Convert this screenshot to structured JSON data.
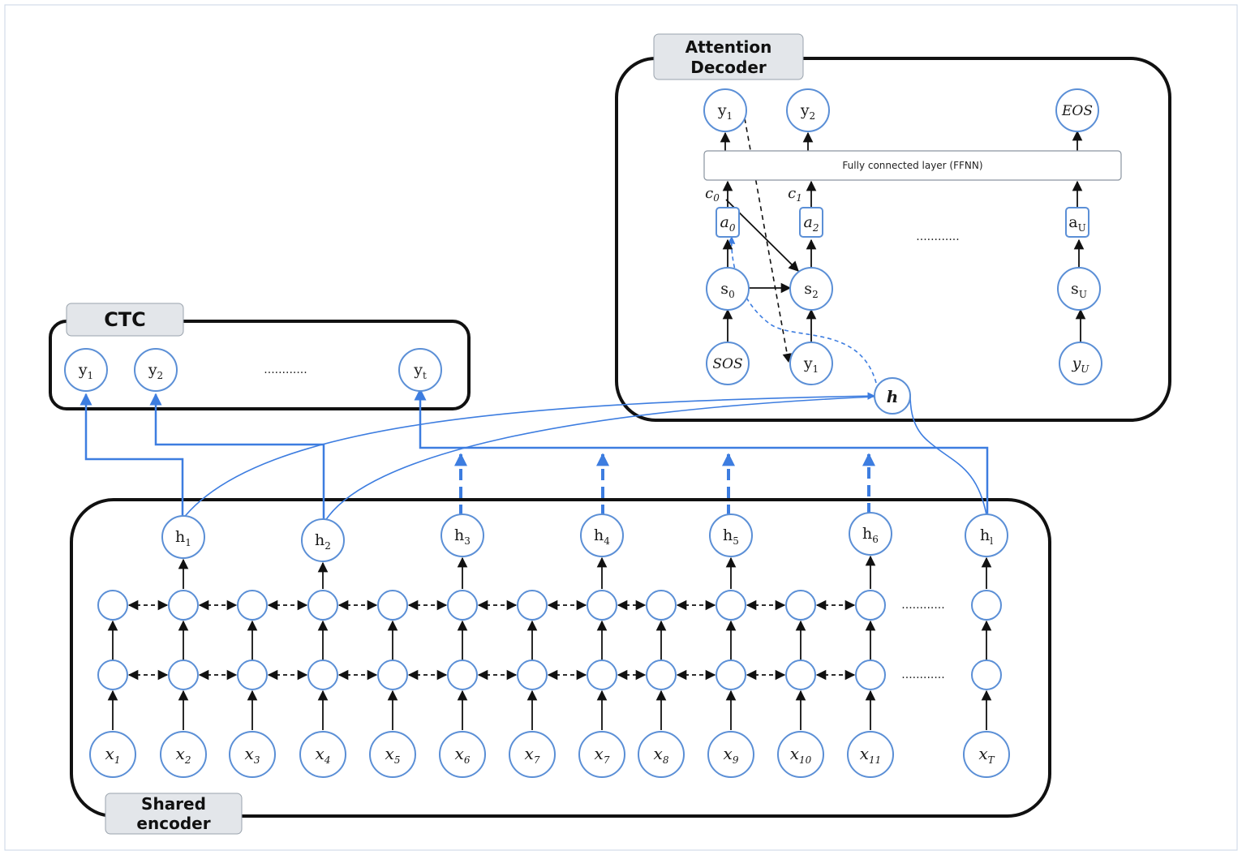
{
  "labels": {
    "attention_decoder": [
      "Attention",
      "Decoder"
    ],
    "ctc": "CTC",
    "shared_encoder": [
      "Shared",
      "encoder"
    ],
    "ffnn": "Fully connected layer (FFNN)"
  },
  "ctc_outputs": [
    {
      "base": "y",
      "sub": "1"
    },
    {
      "base": "y",
      "sub": "2"
    },
    {
      "base": "y",
      "sub": "t"
    }
  ],
  "ctc_ellipsis": "............",
  "encoder_hidden": [
    {
      "base": "h",
      "sub": "1"
    },
    {
      "base": "h",
      "sub": "2"
    },
    {
      "base": "h",
      "sub": "3"
    },
    {
      "base": "h",
      "sub": "4"
    },
    {
      "base": "h",
      "sub": "5"
    },
    {
      "base": "h",
      "sub": "6"
    },
    {
      "base": "h",
      "sub": "l"
    }
  ],
  "encoder_inputs": [
    {
      "base": "x",
      "sub": "1"
    },
    {
      "base": "x",
      "sub": "2"
    },
    {
      "base": "x",
      "sub": "3"
    },
    {
      "base": "x",
      "sub": "4"
    },
    {
      "base": "x",
      "sub": "5"
    },
    {
      "base": "x",
      "sub": "6"
    },
    {
      "base": "x",
      "sub": "7"
    },
    {
      "base": "x",
      "sub": "7"
    },
    {
      "base": "x",
      "sub": "8"
    },
    {
      "base": "x",
      "sub": "9"
    },
    {
      "base": "x",
      "sub": "10"
    },
    {
      "base": "x",
      "sub": "11"
    },
    {
      "base": "x",
      "sub": "T"
    }
  ],
  "encoder_ellipsis": "............",
  "decoder": {
    "outputs": [
      {
        "base": "y",
        "sub": "1"
      },
      {
        "base": "y",
        "sub": "2"
      },
      {
        "base": "EOS",
        "sub": ""
      }
    ],
    "contexts": [
      {
        "base": "c",
        "sub": "0"
      },
      {
        "base": "c",
        "sub": "1"
      }
    ],
    "attention": [
      {
        "base": "a",
        "sub": "0"
      },
      {
        "base": "a",
        "sub": "2"
      },
      {
        "base": "a",
        "sub": "U"
      }
    ],
    "states": [
      {
        "base": "s",
        "sub": "0"
      },
      {
        "base": "s",
        "sub": "2"
      },
      {
        "base": "s",
        "sub": "U"
      }
    ],
    "inputs": [
      {
        "base": "SOS",
        "sub": ""
      },
      {
        "base": "y",
        "sub": "1"
      },
      {
        "base": "y",
        "sub": "U"
      }
    ],
    "ellipsis": "............",
    "h_label": "h"
  },
  "colors": {
    "node_stroke": "#5b8fd6",
    "blue_arrow": "#3d7de0",
    "box_stroke": "#111111",
    "tag_fill": "#e3e6ea"
  }
}
